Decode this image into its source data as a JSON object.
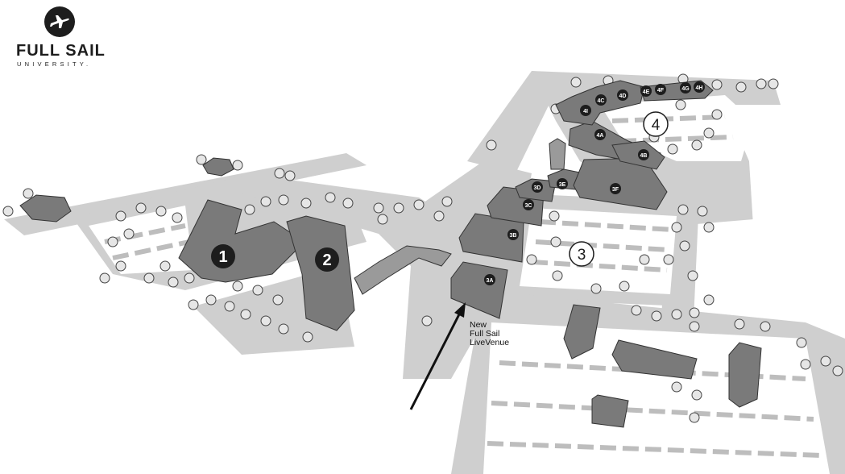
{
  "logo": {
    "name": "FULL SAIL",
    "subtitle": "UNIVERSITY.",
    "icon": "airplane-icon"
  },
  "colors": {
    "background": "#ffffff",
    "pavement": "#c9c9c9",
    "building": "#7a7a7a",
    "building_dark": "#5e5e5e",
    "tree": "#e6e6e6",
    "marker": "#1d1d1d",
    "outline": "#333333"
  },
  "markers": {
    "building_1": "1",
    "building_2": "2",
    "lot_3": "3",
    "lot_4": "4",
    "b3a": "3A",
    "b3b": "3B",
    "b3c": "3C",
    "b3d": "3D",
    "b3e": "3E",
    "b3f": "3F",
    "b4a": "4A",
    "b4b": "4B",
    "b4c": "4C",
    "b4d": "4D",
    "b4e": "4E",
    "b4f": "4F",
    "b4g": "4G",
    "b4h": "4H",
    "b4i": "4I"
  },
  "callout": {
    "line1": "New",
    "line2": "Full Sail",
    "line3": "LiveVenue"
  }
}
